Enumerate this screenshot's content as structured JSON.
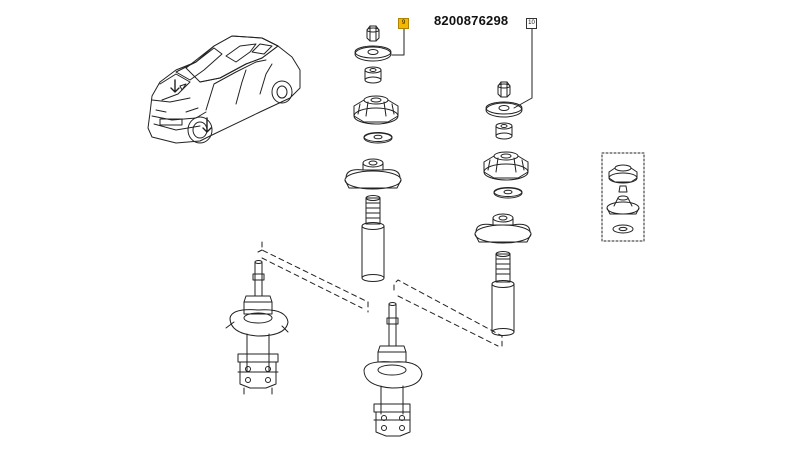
{
  "diagram": {
    "part_number": "8200876298",
    "callouts": [
      {
        "label": "9",
        "highlighted": true
      },
      {
        "label": "10",
        "highlighted": false
      }
    ],
    "colors": {
      "line": "#222222",
      "highlight": "#f5b800",
      "background": "#ffffff"
    },
    "icons": [
      "car-icon",
      "top-mount-icon",
      "bearing-icon",
      "nut-icon",
      "washer-icon",
      "shock-absorber-icon",
      "strut-icon"
    ]
  }
}
